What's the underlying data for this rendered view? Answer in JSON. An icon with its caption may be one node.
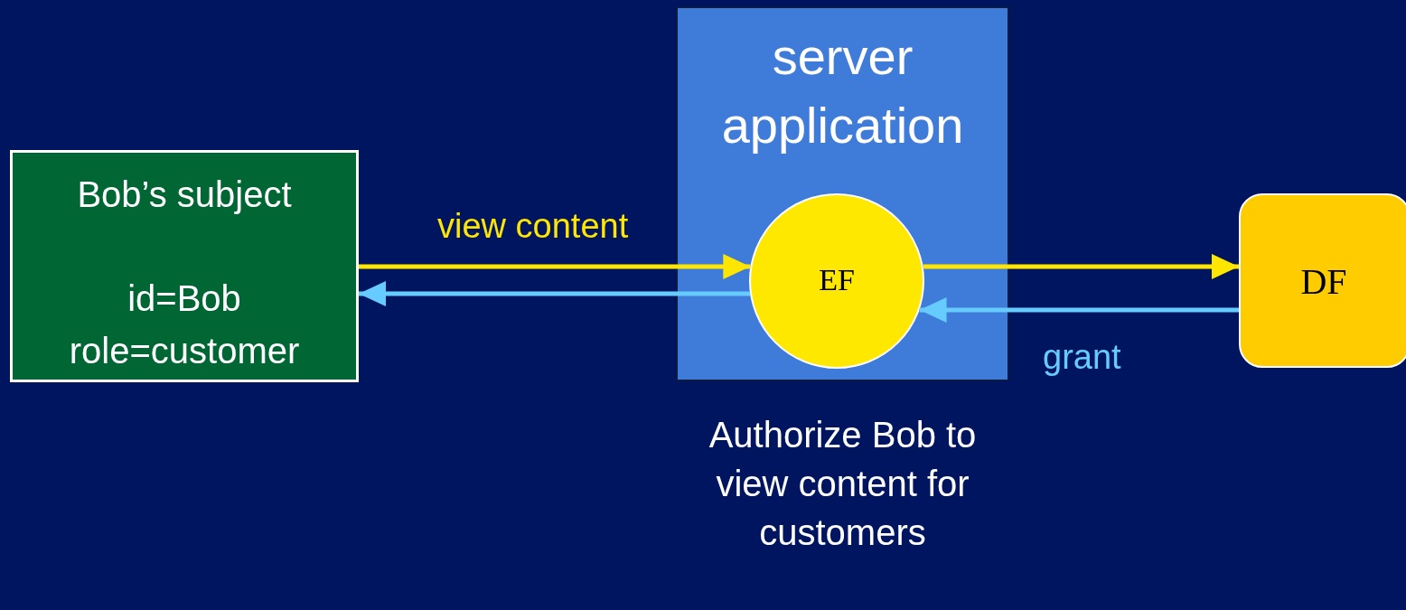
{
  "diagram": {
    "nodes": [
      {
        "text": [
          "Bob’s subject",
          "id=Bob role=customer"
        ]
      },
      {
        "text": [
          "server application"
        ],
        "beside": [
          "Authorize Bob to view content for customers"
        ]
      },
      {
        "text": [
          "EF"
        ],
        "in": 1
      },
      {
        "text": [
          "DF"
        ]
      }
    ],
    "edges": [
      {
        "from": 0,
        "to": 2,
        "arrow": "to",
        "label": "view content",
        "color": "#ffe600"
      },
      {
        "from": 2,
        "to": 0,
        "arrow": "to",
        "color": "#66ccff"
      },
      {
        "from": 2,
        "to": 3,
        "arrow": "to",
        "color": "#ffe600"
      },
      {
        "from": 3,
        "to": 2,
        "arrow": "to",
        "label": "grant",
        "color": "#66ccff"
      }
    ]
  }
}
